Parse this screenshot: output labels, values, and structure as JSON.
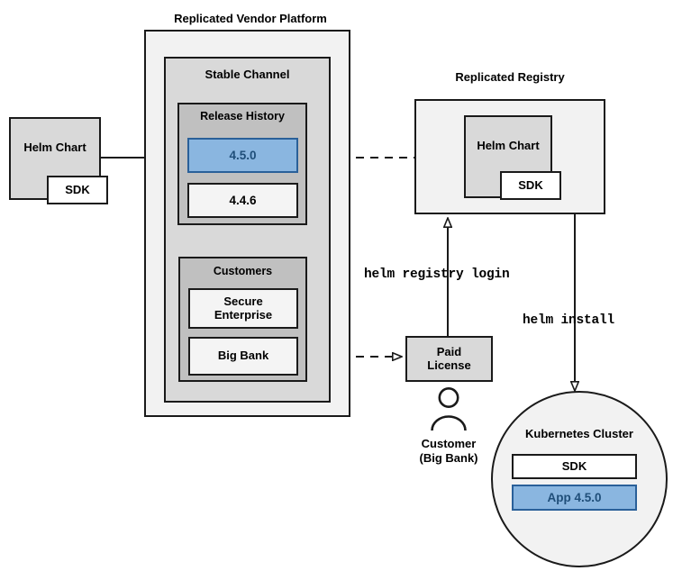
{
  "diagram": {
    "title_vendor_platform": "Replicated Vendor Platform",
    "title_registry": "Replicated Registry",
    "source_chart": {
      "label": "Helm Chart",
      "sdk_label": "SDK"
    },
    "channel": {
      "label": "Stable Channel"
    },
    "release_history": {
      "label": "Release History",
      "releases": [
        {
          "version": "4.5.0",
          "highlighted": true
        },
        {
          "version": "4.4.6",
          "highlighted": false
        }
      ]
    },
    "customers": {
      "label": "Customers",
      "items": [
        {
          "name": "Secure\nEnterprise"
        },
        {
          "name": "Big Bank"
        }
      ]
    },
    "registry_chart": {
      "label": "Helm Chart",
      "sdk_label": "SDK"
    },
    "license": {
      "label": "Paid\nLicense"
    },
    "customer_actor": {
      "line1": "Customer",
      "line2": "(Big Bank)",
      "icon": "person-icon"
    },
    "commands": {
      "registry_login": "helm registry login",
      "install": "helm install"
    },
    "cluster": {
      "label": "Kubernetes Cluster",
      "components": [
        {
          "name": "SDK",
          "highlighted": false
        },
        {
          "name": "App 4.5.0",
          "highlighted": true
        }
      ]
    },
    "colors": {
      "accent_blue_fill": "#8ab6e0",
      "accent_blue_border": "#2a6099",
      "accent_blue_text": "#1f4e79",
      "stroke": "#1a1a1a",
      "grey_lightest": "#f2f2f2",
      "grey_light": "#d9d9d9",
      "grey_mid": "#c0c0c0",
      "near_white": "#f4f4f4"
    }
  }
}
